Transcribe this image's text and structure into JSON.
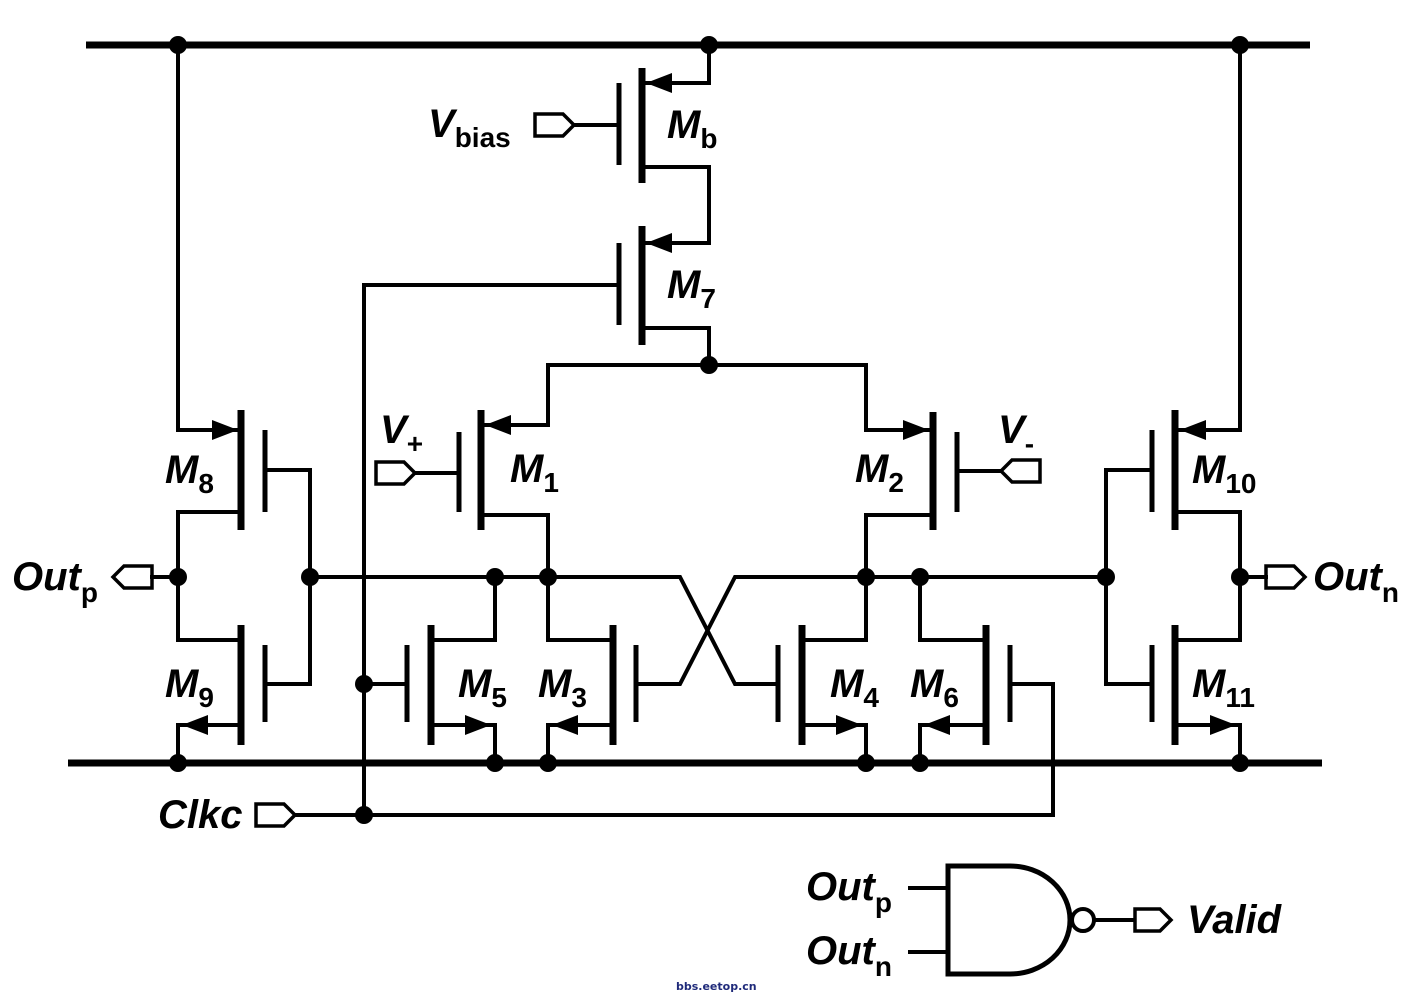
{
  "transistors": [
    {
      "id": "mb",
      "name": "M",
      "sub": "b"
    },
    {
      "id": "m7",
      "name": "M",
      "sub": "7"
    },
    {
      "id": "m1",
      "name": "M",
      "sub": "1"
    },
    {
      "id": "m2",
      "name": "M",
      "sub": "2"
    },
    {
      "id": "m3",
      "name": "M",
      "sub": "3"
    },
    {
      "id": "m4",
      "name": "M",
      "sub": "4"
    },
    {
      "id": "m5",
      "name": "M",
      "sub": "5"
    },
    {
      "id": "m6",
      "name": "M",
      "sub": "6"
    },
    {
      "id": "m8",
      "name": "M",
      "sub": "8"
    },
    {
      "id": "m9",
      "name": "M",
      "sub": "9"
    },
    {
      "id": "m10",
      "name": "M",
      "sub": "10"
    },
    {
      "id": "m11",
      "name": "M",
      "sub": "11"
    }
  ],
  "ports": {
    "vbias": {
      "name": "V",
      "sub": "bias"
    },
    "vplus": {
      "name": "V",
      "sub": "+"
    },
    "vminus": {
      "name": "V",
      "sub": "-"
    },
    "outp": {
      "name": "Out",
      "sub": "p"
    },
    "outn": {
      "name": "Out",
      "sub": "n"
    },
    "clkc": {
      "name": "Clkc"
    }
  },
  "gate": {
    "type": "NAND",
    "in1": {
      "name": "Out",
      "sub": "p"
    },
    "in2": {
      "name": "Out",
      "sub": "n"
    },
    "output": "Valid"
  },
  "watermark": "bbs.eetop.cn"
}
